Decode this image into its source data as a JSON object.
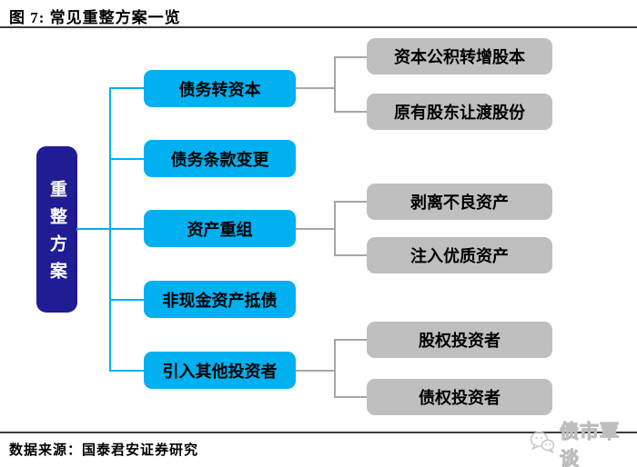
{
  "header": {
    "title": "图 7: 常见重整方案一览"
  },
  "diagram": {
    "root": {
      "label": "重整方案"
    },
    "branches": [
      {
        "label": "债务转资本",
        "children": [
          {
            "label": "资本公积转增股本"
          },
          {
            "label": "原有股东让渡股份"
          }
        ]
      },
      {
        "label": "债务条款变更",
        "children": []
      },
      {
        "label": "资产重组",
        "children": [
          {
            "label": "剥离不良资产"
          },
          {
            "label": "注入优质资产"
          }
        ]
      },
      {
        "label": "非现金资产抵债",
        "children": []
      },
      {
        "label": "引入其他投资者",
        "children": [
          {
            "label": "股权投资者"
          },
          {
            "label": "债权投资者"
          }
        ]
      }
    ]
  },
  "footer": {
    "source": "数据来源：国泰君安证券研究",
    "watermark": "债市覃谈",
    "watermark_icon": "wechat-icon"
  },
  "colors": {
    "root_box": "#201C94",
    "branch_box": "#00B0F0",
    "leaf_box": "#BFBFBF",
    "branch_line": "#00B0F0",
    "leaf_line": "#A6A6A6"
  }
}
